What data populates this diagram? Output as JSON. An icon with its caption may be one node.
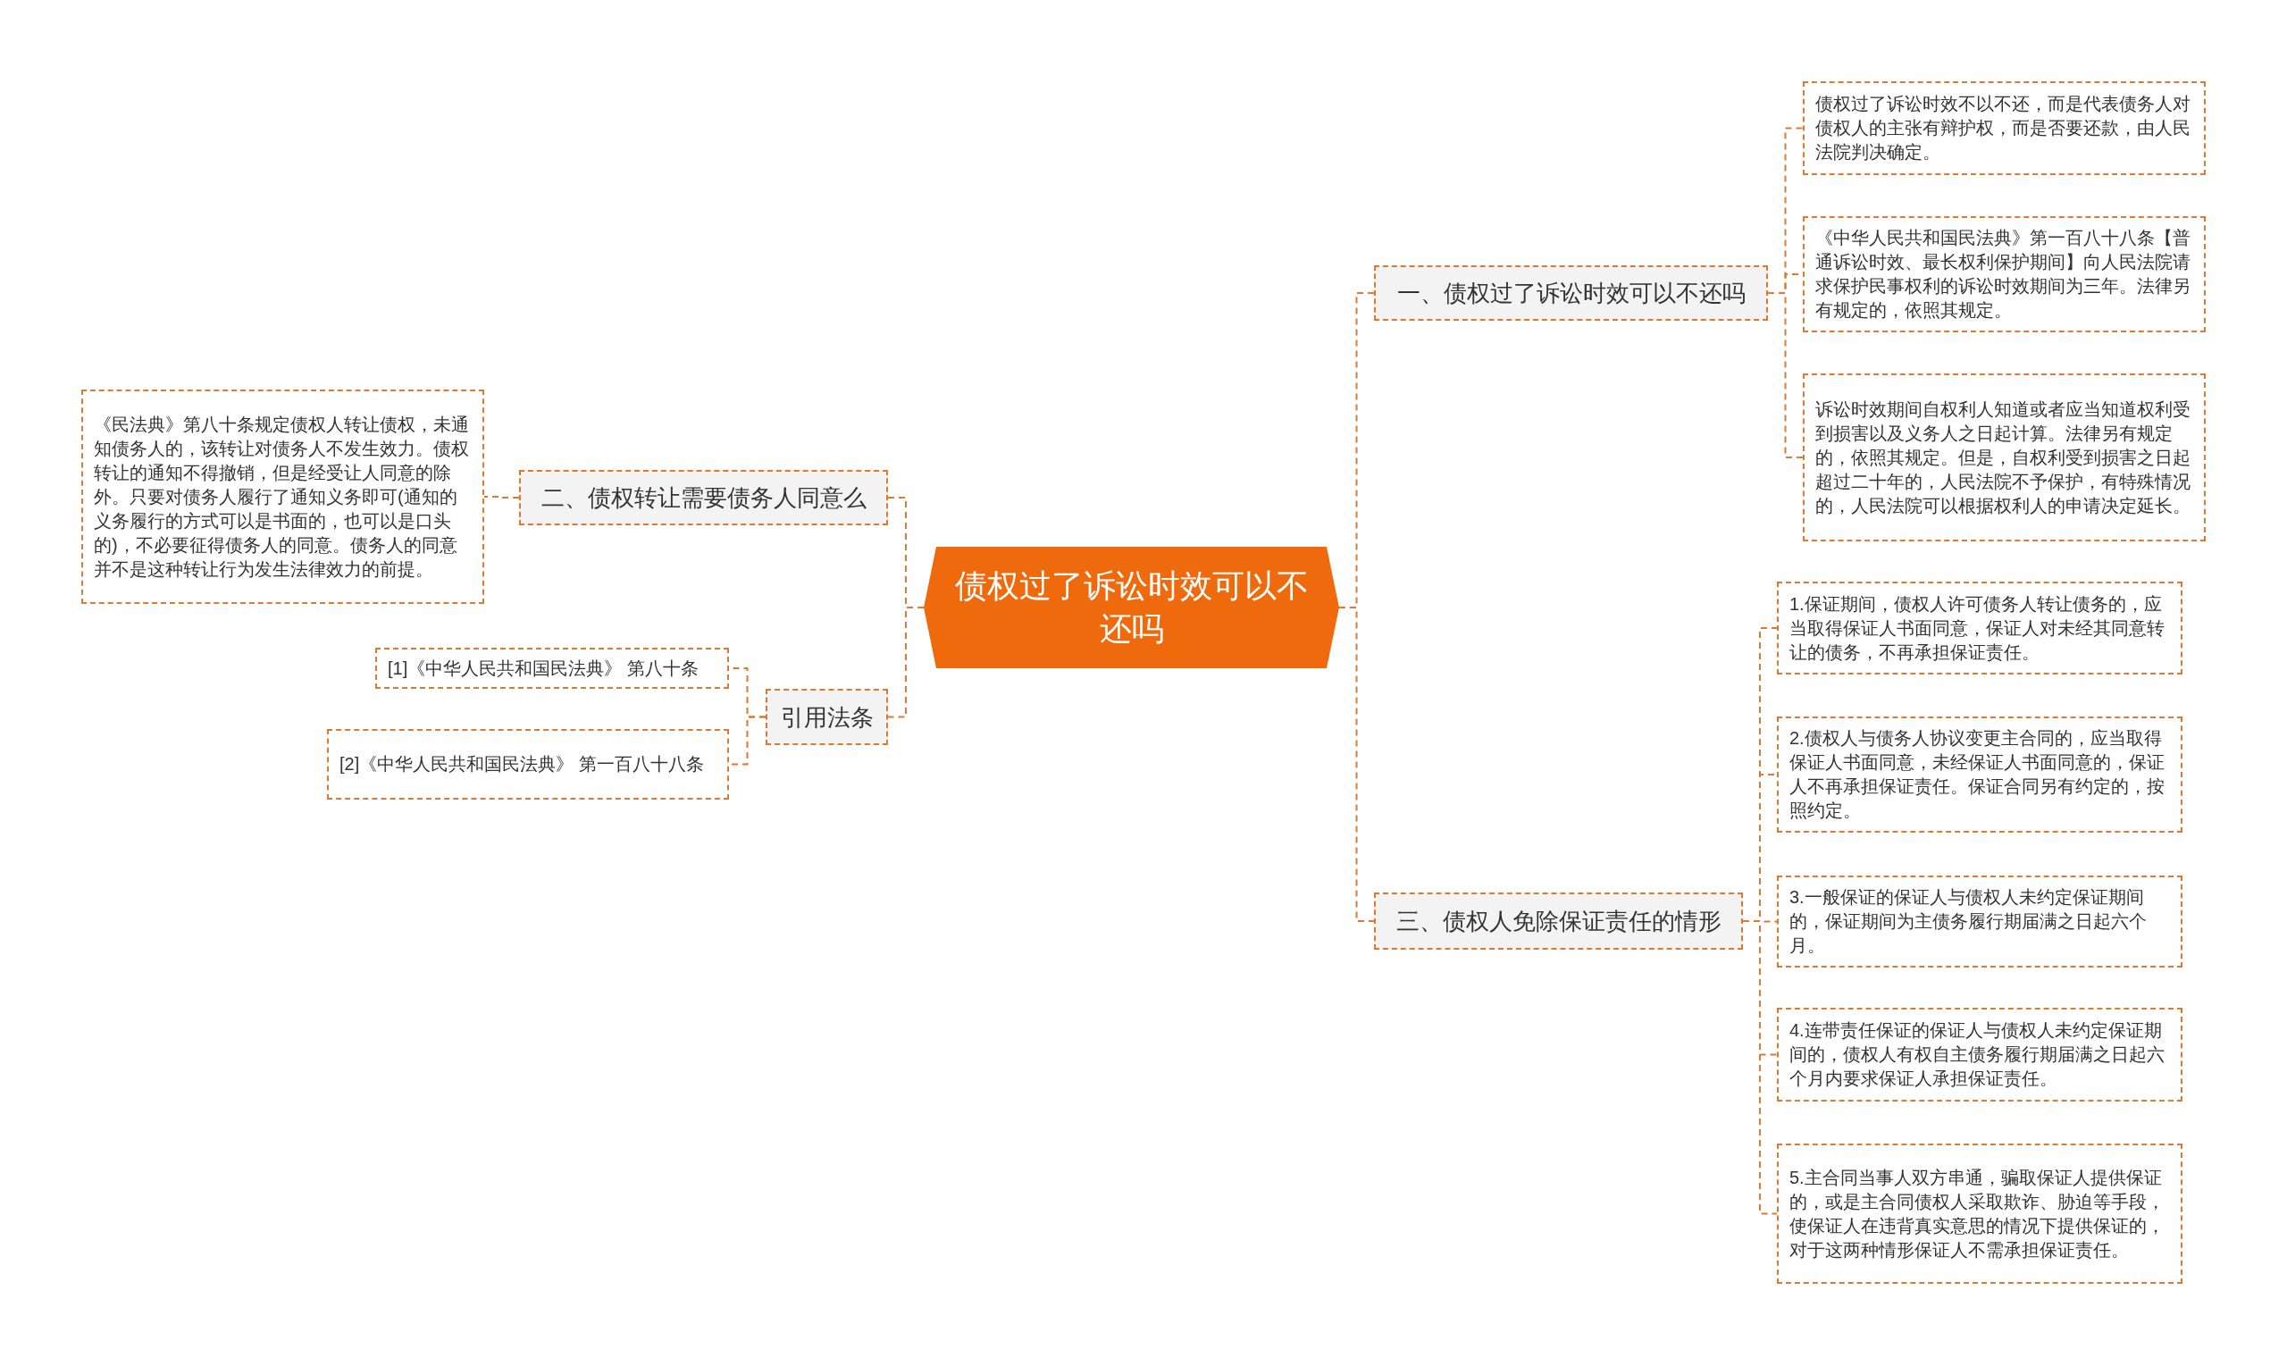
{
  "diagram": {
    "nodes": [
      {
        "text": [
          "债权过了诉讼时效可以不还吗"
        ]
      },
      {
        "text": [
          "一、债权过了诉讼时效可以不还吗"
        ]
      },
      {
        "text": [
          "债权过了诉讼时效不以不还，而是代表债务人对债权人的主张有辩护权，而是否要还款，由人民法院判决确定。"
        ]
      },
      {
        "text": [
          "《中华人民共和国民法典》第一百八十八条【普通诉讼时效、最长权利保护期间】向人民法院请求保护民事权利的诉讼时效期间为三年。法律另有规定的，依照其规定。"
        ]
      },
      {
        "text": [
          "诉讼时效期间自权利人知道或者应当知道权利受到损害以及义务人之日起计算。法律另有规定的，依照其规定。但是，自权利受到损害之日起超过二十年的，人民法院不予保护，有特殊情况的，人民法院可以根据权利人的申请决定延长。"
        ]
      },
      {
        "text": [
          "三、债权人免除保证责任的情形"
        ]
      },
      {
        "text": [
          "1.保证期间，债权人许可债务人转让债务的，应当取得保证人书面同意，保证人对未经其同意转让的债务，不再承担保证责任。"
        ]
      },
      {
        "text": [
          "2.债权人与债务人协议变更主合同的，应当取得保证人书面同意，未经保证人书面同意的，保证人不再承担保证责任。保证合同另有约定的，按照约定。"
        ]
      },
      {
        "text": [
          "3.一般保证的保证人与债权人未约定保证期间的，保证期间为主债务履行期届满之日起六个月。"
        ]
      },
      {
        "text": [
          "4.连带责任保证的保证人与债权人未约定保证期间的，债权人有权自主债务履行期届满之日起六个月内要求保证人承担保证责任。"
        ]
      },
      {
        "text": [
          "5.主合同当事人双方串通，骗取保证人提供保证的，或是主合同债权人采取欺诈、胁迫等手段，使保证人在违背真实意思的情况下提供保证的，对于这两种情形保证人不需承担保证责任。"
        ]
      },
      {
        "text": [
          "二、债权转让需要债务人同意么"
        ]
      },
      {
        "text": [
          "《民法典》第八十条规定债权人转让债权，未通知债务人的，该转让对债务人不发生效力。债权转让的通知不得撤销，但是经受让人同意的除外。只要对债务人履行了通知义务即可(通知的义务履行的方式可以是书面的，也可以是口头的)，不必要征得债务人的同意。债务人的同意并不是这种转让行为发生法律效力的前提。"
        ]
      },
      {
        "text": [
          "引用法条"
        ]
      },
      {
        "text": [
          "[1]《中华人民共和国民法典》 第八十条"
        ]
      },
      {
        "text": [
          "[2]《中华人民共和国民法典》 第一百八十八条"
        ]
      }
    ],
    "edges": [
      {
        "from": 0,
        "to": 1,
        "arrow": "none"
      },
      {
        "from": 1,
        "to": 2,
        "arrow": "none"
      },
      {
        "from": 1,
        "to": 3,
        "arrow": "none"
      },
      {
        "from": 1,
        "to": 4,
        "arrow": "none"
      },
      {
        "from": 0,
        "to": 5,
        "arrow": "none"
      },
      {
        "from": 5,
        "to": 6,
        "arrow": "none"
      },
      {
        "from": 5,
        "to": 7,
        "arrow": "none"
      },
      {
        "from": 5,
        "to": 8,
        "arrow": "none"
      },
      {
        "from": 5,
        "to": 9,
        "arrow": "none"
      },
      {
        "from": 5,
        "to": 10,
        "arrow": "none"
      },
      {
        "from": 0,
        "to": 11,
        "arrow": "none"
      },
      {
        "from": 11,
        "to": 12,
        "arrow": "none"
      },
      {
        "from": 0,
        "to": 13,
        "arrow": "none"
      },
      {
        "from": 13,
        "to": 14,
        "arrow": "none"
      },
      {
        "from": 13,
        "to": 15,
        "arrow": "none"
      }
    ]
  }
}
